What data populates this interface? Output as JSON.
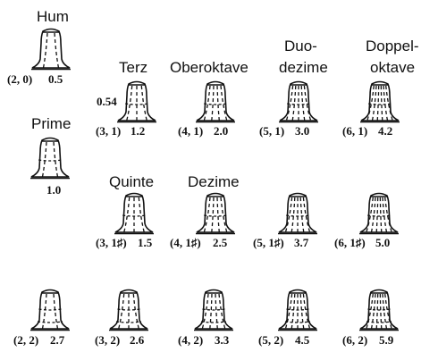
{
  "names": {
    "hum": "Hum",
    "prime": "Prime",
    "terz": "Terz",
    "oberoktave": "Oberoktave",
    "duodezime_1": "Duo-",
    "duodezime_2": "dezime",
    "doppeloktave_1": "Doppel-",
    "doppeloktave_2": "oktave",
    "quinte": "Quinte",
    "dezime": "Dezime"
  },
  "bells": [
    {
      "id": "2-0",
      "mode": "(2, 0)",
      "ratio": "0.5",
      "meridians": 2,
      "circles": 0
    },
    {
      "id": "prime",
      "mode": "",
      "ratio": "1.0",
      "meridians": 2,
      "circles": 1
    },
    {
      "id": "3-1",
      "mode": "(3, 1)",
      "ratio": "1.2",
      "meridians": 3,
      "circles": 1
    },
    {
      "id": "4-1",
      "mode": "(4, 1)",
      "ratio": "2.0",
      "meridians": 4,
      "circles": 1
    },
    {
      "id": "5-1",
      "mode": "(5, 1)",
      "ratio": "3.0",
      "meridians": 5,
      "circles": 1
    },
    {
      "id": "6-1",
      "mode": "(6, 1)",
      "ratio": "4.2",
      "meridians": 6,
      "circles": 1
    },
    {
      "id": "3-1s",
      "mode": "(3, 1♯)",
      "ratio": "1.5",
      "meridians": 3,
      "circles": 1
    },
    {
      "id": "4-1s",
      "mode": "(4, 1♯)",
      "ratio": "2.5",
      "meridians": 4,
      "circles": 1
    },
    {
      "id": "5-1s",
      "mode": "(5, 1♯)",
      "ratio": "3.7",
      "meridians": 5,
      "circles": 1
    },
    {
      "id": "6-1s",
      "mode": "(6, 1♯)",
      "ratio": "5.0",
      "meridians": 6,
      "circles": 1
    },
    {
      "id": "2-2",
      "mode": "(2, 2)",
      "ratio": "2.7",
      "meridians": 2,
      "circles": 2
    },
    {
      "id": "3-2",
      "mode": "(3, 2)",
      "ratio": "2.6",
      "meridians": 3,
      "circles": 2
    },
    {
      "id": "4-2",
      "mode": "(4, 2)",
      "ratio": "3.3",
      "meridians": 4,
      "circles": 2
    },
    {
      "id": "5-2",
      "mode": "(5, 2)",
      "ratio": "4.5",
      "meridians": 5,
      "circles": 2
    },
    {
      "id": "6-2",
      "mode": "(6, 2)",
      "ratio": "5.9",
      "meridians": 6,
      "circles": 2
    }
  ],
  "side_note": "0.54"
}
